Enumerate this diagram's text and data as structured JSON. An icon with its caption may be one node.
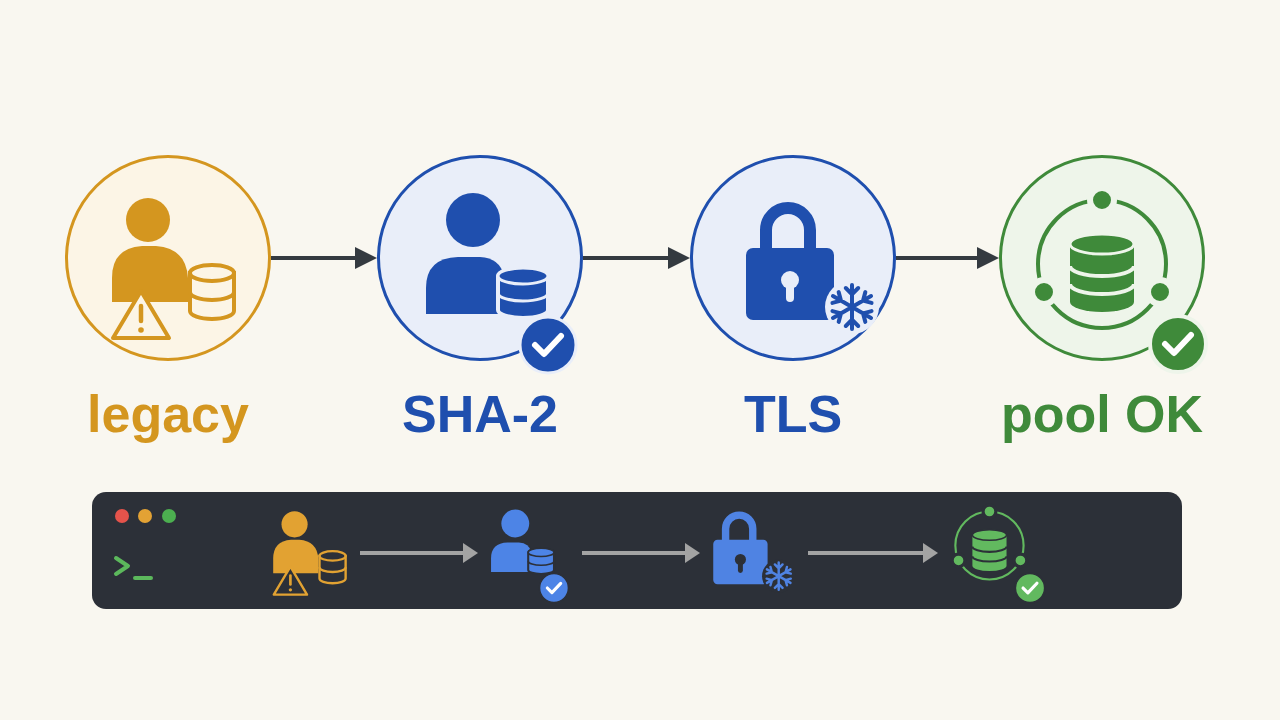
{
  "diagram": {
    "nodes": [
      {
        "text": [
          "legacy"
        ]
      },
      {
        "text": [
          "SHA-2"
        ]
      },
      {
        "text": [
          "TLS"
        ]
      },
      {
        "text": [
          "pool OK"
        ]
      },
      {
        "text": [],
        "shape": "box"
      },
      {
        "text": [],
        "shape": "picture",
        "in": 4
      },
      {
        "text": [],
        "shape": "picture",
        "in": 4
      },
      {
        "text": [],
        "shape": "picture",
        "in": 4
      },
      {
        "text": [],
        "shape": "picture",
        "in": 4
      }
    ],
    "edges": [
      {
        "from": 0,
        "to": 1,
        "arrow": "to"
      },
      {
        "from": 1,
        "to": 2,
        "arrow": "to"
      },
      {
        "from": 2,
        "to": 3,
        "arrow": "to"
      },
      {
        "from": 5,
        "to": 6,
        "arrow": "to",
        "color": "#a3a3a3"
      },
      {
        "from": 6,
        "to": 7,
        "arrow": "to",
        "color": "#a3a3a3"
      },
      {
        "from": 7,
        "to": 8,
        "arrow": "to",
        "color": "#a3a3a3"
      }
    ]
  }
}
